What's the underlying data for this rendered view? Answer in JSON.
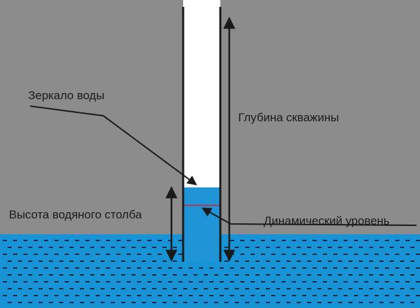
{
  "labels": {
    "water_mirror": "Зеркало воды",
    "well_depth": "Глубина скважины",
    "water_column_height": "Высота водяного столба",
    "dynamic_level": "Динамический уровень"
  },
  "colors": {
    "ground": "#8c8c8c",
    "aquifer": "#1793d6",
    "well_water": "#1f95d8",
    "dash_marks": "#1c2a4a",
    "casing": "#1a1a1a",
    "bore": "#ffffff",
    "dynamic_line": "#b23a5a"
  }
}
